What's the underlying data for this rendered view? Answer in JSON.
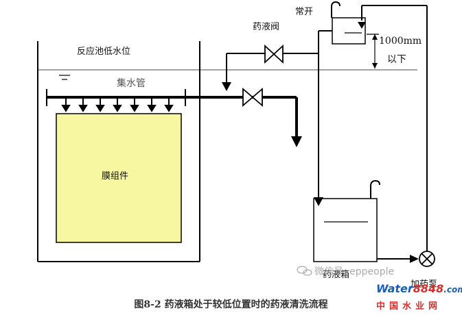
{
  "labels": {
    "tank_low_level": "反应池低水位",
    "collector": "集水管",
    "membrane": "膜组件",
    "valve": "药液阀",
    "normally_open": "常开",
    "height": "1000mm",
    "below": "以下",
    "chem_tank": "药液箱",
    "pump": "加药泵"
  },
  "watermark": "微信号: eppeople",
  "logo": {
    "part1": "Water",
    "part2": "8848",
    "part3": ".com",
    "line2": "中国水业网"
  },
  "caption": "图8-2 药液箱处于较低位置时的药液清洗流程",
  "colors": {
    "membrane_fill": "#f6f7a0",
    "line": "#000000",
    "logo_blue": "#1a5fb4",
    "logo_red": "#d92d2d"
  }
}
